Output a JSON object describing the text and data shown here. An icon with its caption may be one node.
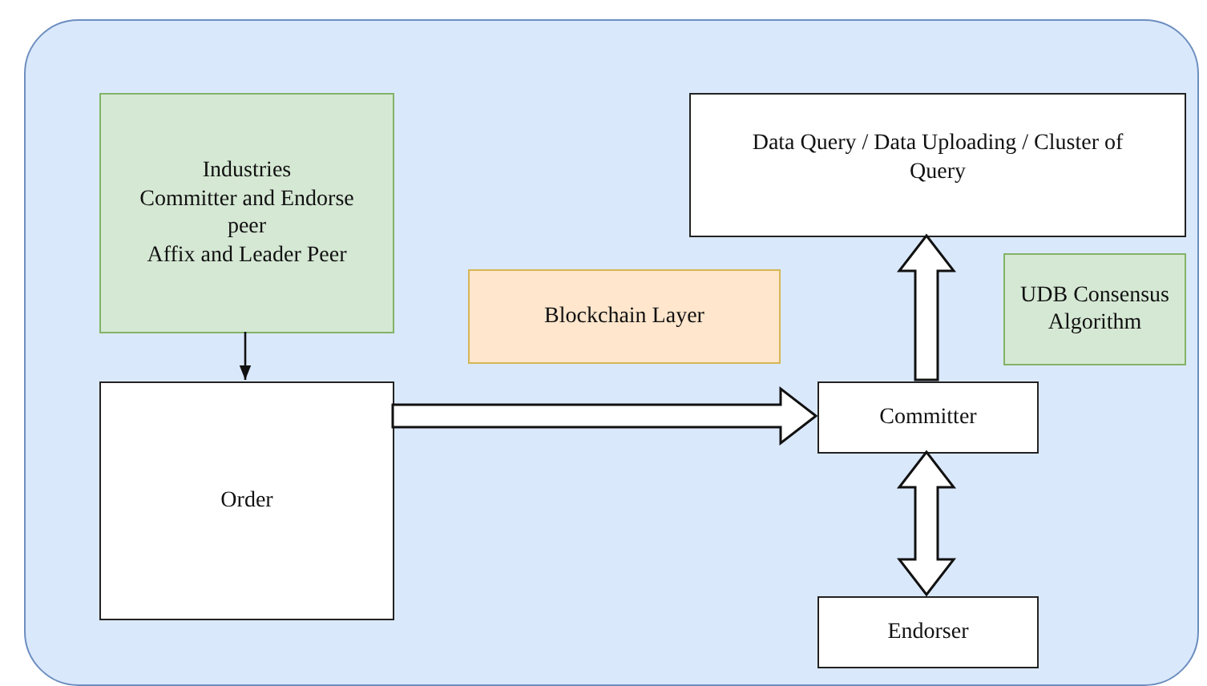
{
  "diagram": {
    "nodes": [
      {
        "text": [],
        "shape": "box"
      },
      {
        "text": [
          "Industries",
          "Committer and Endorse peer",
          "Affix and Leader Peer"
        ],
        "in": 0
      },
      {
        "text": [
          "Data Query / Data Uploading / Cluster of Query"
        ],
        "in": 0
      },
      {
        "text": [
          "Blockchain Layer"
        ],
        "in": 0
      },
      {
        "text": [
          "UDB Consensus Algorithm"
        ],
        "in": 0
      },
      {
        "text": [
          "Order"
        ],
        "in": 0
      },
      {
        "text": [
          "Committer"
        ],
        "in": 0
      },
      {
        "text": [
          "Endorser"
        ],
        "in": 0
      }
    ],
    "edges": [
      {
        "from": 1,
        "to": 5,
        "arrow": "to"
      },
      {
        "from": 5,
        "to": 6,
        "arrow": "to"
      },
      {
        "from": 6,
        "to": 2,
        "arrow": "to"
      },
      {
        "from": 6,
        "to": 7,
        "arrow": "both"
      }
    ]
  }
}
